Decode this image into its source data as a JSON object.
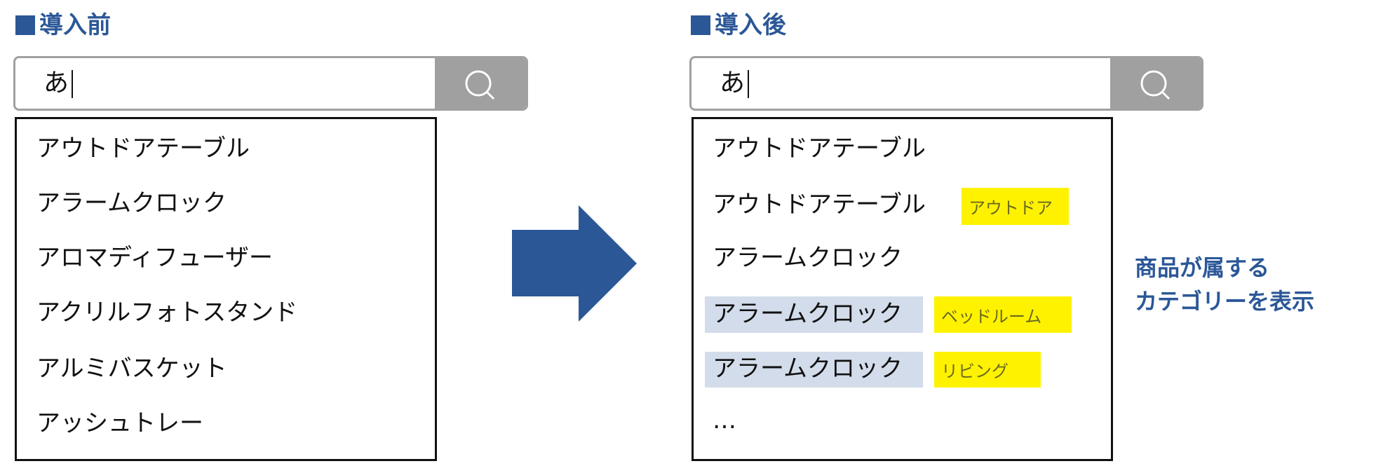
{
  "colors": {
    "accent": "#2b5797",
    "search_button": "#9fa09f",
    "row_highlight": "#d3dcea",
    "tag": "#fff200"
  },
  "before": {
    "title": "導入前",
    "search": {
      "value": "あ",
      "icon": "search-icon"
    },
    "suggestions": [
      "アウトドアテーブル",
      "アラームクロック",
      "アロマディフューザー",
      "アクリルフォトスタンド",
      "アルミバスケット",
      "アッシュトレー"
    ]
  },
  "arrow": {
    "icon": "right-arrow-icon"
  },
  "after": {
    "title": "導入後",
    "search": {
      "value": "あ",
      "icon": "search-icon"
    },
    "suggestions": [
      {
        "label": "アウトドアテーブル",
        "category": null,
        "highlighted": false
      },
      {
        "label": "アウトドアテーブル",
        "category": "アウトドア",
        "highlighted": false
      },
      {
        "label": "アラームクロック",
        "category": null,
        "highlighted": false
      },
      {
        "label": "アラームクロック",
        "category": "ベッドルーム",
        "highlighted": true
      },
      {
        "label": "アラームクロック",
        "category": "リビング",
        "highlighted": true
      }
    ],
    "more": "…",
    "note_lines": [
      "商品が属する",
      "カテゴリーを表示"
    ]
  }
}
